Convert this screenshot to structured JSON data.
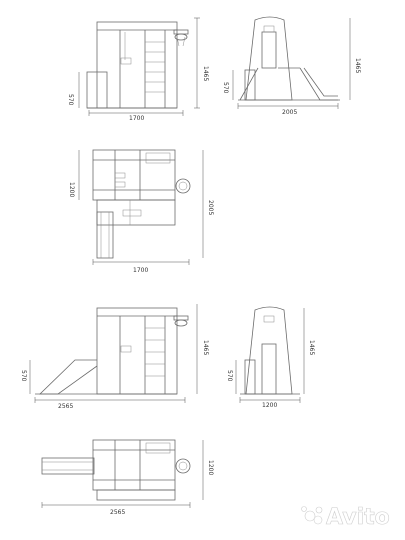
{
  "views": {
    "front_1": {
      "w": "1700",
      "h": "1465",
      "sub": "570"
    },
    "side_1": {
      "w": "2005",
      "h": "1465",
      "sub": "570"
    },
    "top_1": {
      "w": "1700",
      "h": "2005",
      "sub": "1200"
    },
    "front_2": {
      "w": "2565",
      "h": "1465",
      "sub": "570"
    },
    "side_2": {
      "w": "1200",
      "h": "1465",
      "sub": "570"
    },
    "top_2": {
      "w": "2565",
      "h": "1200"
    }
  },
  "watermark": {
    "text": "Avito"
  },
  "colors": {
    "line": "#6b6b6b",
    "accent": "#c9a27a"
  }
}
